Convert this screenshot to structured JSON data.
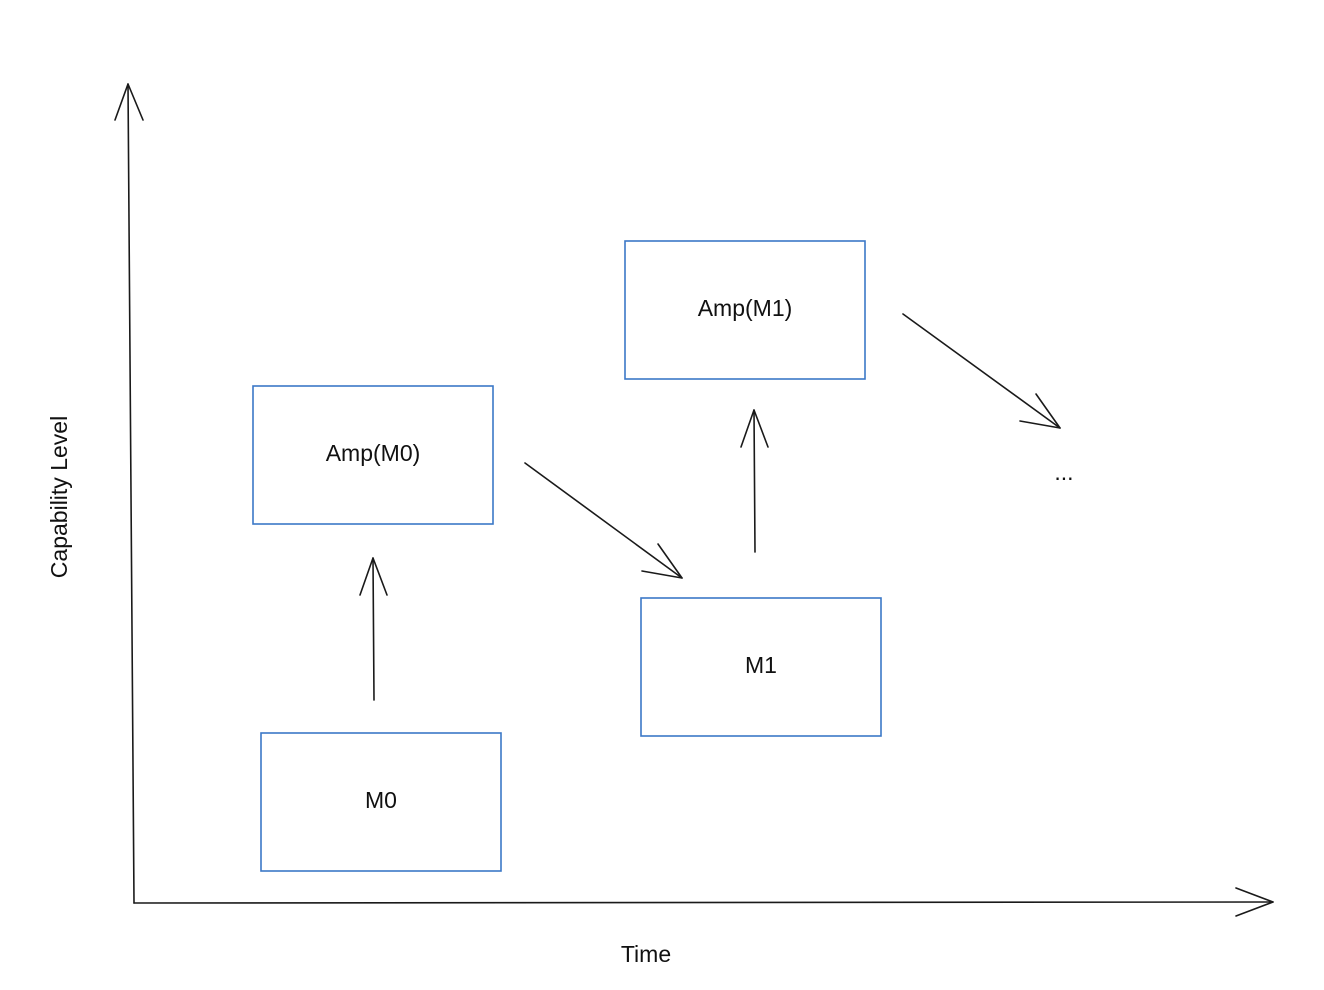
{
  "axes": {
    "x_label": "Time",
    "y_label": "Capability Level"
  },
  "nodes": {
    "m0": "M0",
    "amp_m0": "Amp(M0)",
    "m1": "M1",
    "amp_m1": "Amp(M1)",
    "ellipsis": "..."
  },
  "colors": {
    "box_border": "#3b78c7",
    "line": "#1a1a1a"
  }
}
